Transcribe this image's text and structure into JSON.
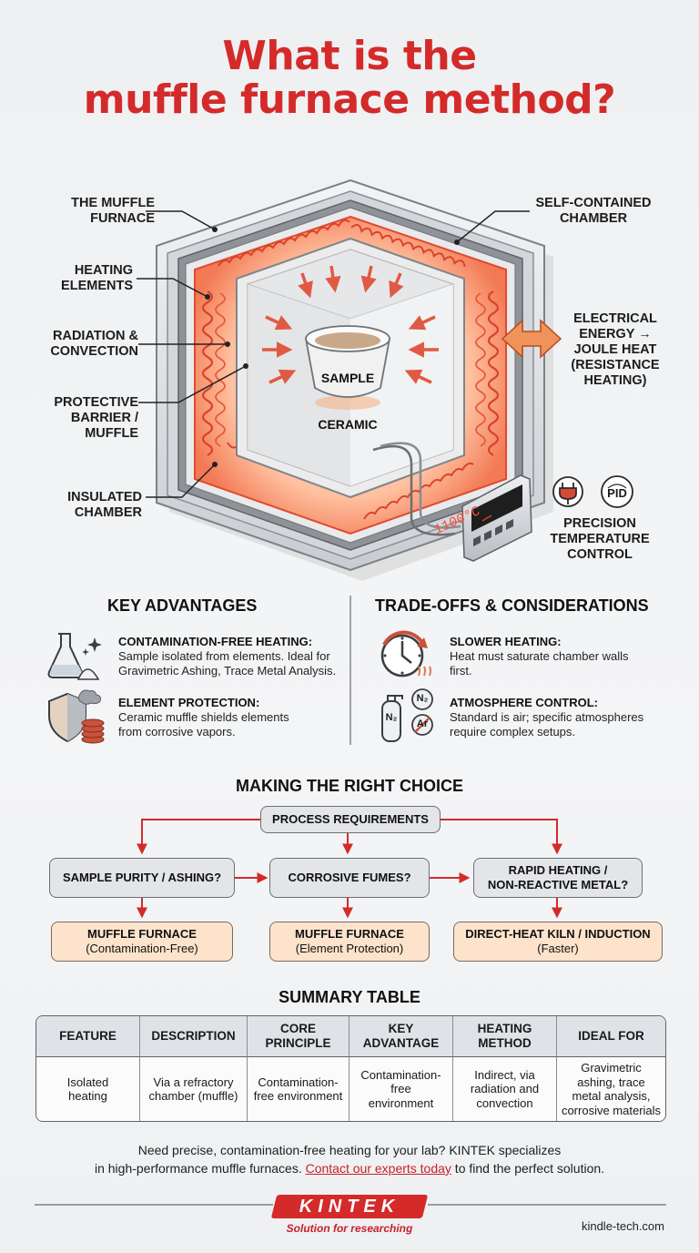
{
  "title_line1": "What is the",
  "title_line2": "muffle furnace method?",
  "diagram": {
    "labels": {
      "muffle_furnace": [
        "THE MUFFLE",
        "FURNACE"
      ],
      "heating_elements": [
        "HEATING",
        "ELEMENTS"
      ],
      "radiation": [
        "RADIATION &",
        "CONVECTION"
      ],
      "barrier": [
        "PROTECTIVE",
        "BARRIER /",
        "MUFFLE"
      ],
      "insulated": [
        "INSULATED",
        "CHAMBER"
      ],
      "self_contained": [
        "SELF-CONTAINED",
        "CHAMBER"
      ],
      "electrical": [
        "ELECTRICAL",
        "ENERGY →",
        "JOULE HEAT",
        "(RESISTANCE",
        "HEATING)"
      ],
      "precision": [
        "PRECISION",
        "TEMPERATURE",
        "CONTROL"
      ]
    },
    "sample": "SAMPLE",
    "ceramic": "CERAMIC",
    "display": "1100°C",
    "pid": "PID"
  },
  "advantages": {
    "heading": "KEY ADVANTAGES",
    "items": [
      {
        "title": "CONTAMINATION-FREE HEATING:",
        "lines": [
          "Sample isolated from elements. Ideal for",
          "Gravimetric Ashing, Trace Metal Analysis."
        ],
        "icon": "flask-icon"
      },
      {
        "title": "ELEMENT PROTECTION:",
        "lines": [
          "Ceramic muffle shields elements",
          "from corrosive vapors."
        ],
        "icon": "shield-icon"
      }
    ]
  },
  "tradeoffs": {
    "heading": "TRADE-OFFS & CONSIDERATIONS",
    "items": [
      {
        "title": "SLOWER HEATING:",
        "lines": [
          "Heat must saturate chamber walls",
          "first."
        ],
        "icon": "clock-icon"
      },
      {
        "title": "ATMOSPHERE CONTROL:",
        "lines": [
          "Standard is air; specific atmospheres",
          "require complex setups."
        ],
        "icon": "gas-cylinder-icon"
      }
    ],
    "gas_labels": {
      "n2": "N₂",
      "n2b": "N₂",
      "ar": "Ar"
    }
  },
  "choice": {
    "heading": "MAKING THE RIGHT CHOICE",
    "root": "PROCESS REQUIREMENTS",
    "questions": [
      "SAMPLE PURITY / ASHING?",
      "CORROSIVE FUMES?",
      "RAPID HEATING /\nNON-REACTIVE METAL?"
    ],
    "results": [
      {
        "title": "MUFFLE FURNACE",
        "sub": "(Contamination-Free)"
      },
      {
        "title": "MUFFLE FURNACE",
        "sub": "(Element Protection)"
      },
      {
        "title": "DIRECT-HEAT KILN / INDUCTION",
        "sub": "(Faster)"
      }
    ]
  },
  "summary": {
    "heading": "SUMMARY TABLE",
    "columns": [
      "FEATURE",
      "DESCRIPTION",
      "CORE\nPRINCIPLE",
      "KEY\nADVANTAGE",
      "HEATING\nMETHOD",
      "IDEAL FOR"
    ],
    "row": [
      "Isolated\nheating",
      "Via a refractory\nchamber (muffle)",
      "Contamination-\nfree environment",
      "Contamination-\nfree\nenvironment",
      "Indirect, via\nradiation and\nconvection",
      "Gravimetric\nashing, trace\nmetal analysis,\ncorrosive materials"
    ]
  },
  "footer": {
    "line1": "Need precise, contamination-free heating for your lab? KINTEK specializes",
    "line2_pre": "in high-performance muffle furnaces. ",
    "link": "Contact our experts today",
    "line2_post": " to find the perfect solution."
  },
  "brand": {
    "logo": "KINTEK",
    "tagline": "Solution for researching",
    "url": "kindle-tech.com"
  },
  "colors": {
    "accent": "#d42a2a",
    "peach": "#fde3cb",
    "gray_box": "#e3e5e8"
  }
}
